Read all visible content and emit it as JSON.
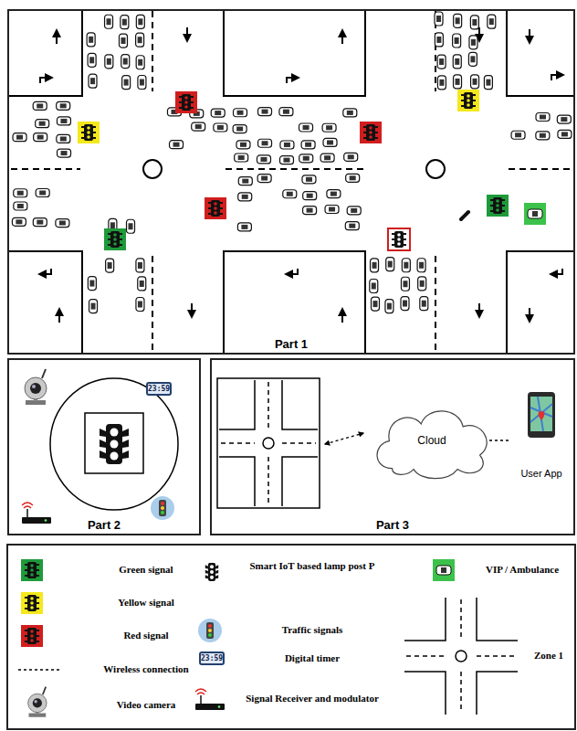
{
  "diagram": {
    "nodes": [
      {
        "text": [
          "Part 1"
        ]
      },
      {
        "text": [
          "Part 2"
        ]
      },
      {
        "text": [
          "Part 3"
        ]
      },
      {
        "text": [
          "Cloud"
        ],
        "in": 2
      },
      {
        "text": [
          "User App"
        ],
        "in": 2
      }
    ],
    "edges": [
      {
        "from": 3,
        "to": 4,
        "arrow": "none"
      }
    ],
    "labels": [
      "23:59",
      "23:59"
    ],
    "legend": [
      {
        "text": "Green signal",
        "color": "#1e9a3a"
      },
      {
        "text": "Yellow signal",
        "color": "#f4e81c"
      },
      {
        "text": "Red signal",
        "color": "#d01e1e"
      },
      {
        "text": "Wireless connection"
      },
      {
        "text": "Video camera"
      },
      {
        "text": "Smart IoT based lamp post P"
      },
      {
        "text": "Traffic signals"
      },
      {
        "text": "Digital timer"
      },
      {
        "text": "Signal Receiver and modulator"
      },
      {
        "text": "VIP / Ambulance"
      },
      {
        "text": "Zone 1"
      }
    ]
  }
}
